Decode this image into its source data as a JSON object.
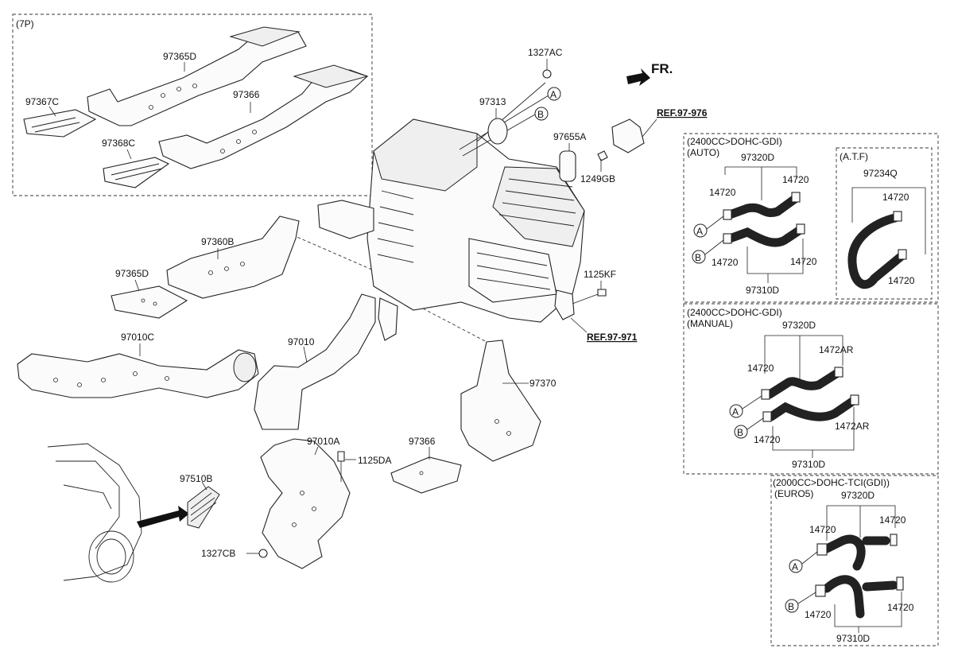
{
  "direction": {
    "text": "FR.",
    "arrow": "forward-arrow"
  },
  "refs": [
    "REF.97-976",
    "REF.97-971"
  ],
  "box_7p": {
    "title": "(7P)",
    "labels": [
      "97365D",
      "97366",
      "97367C",
      "97368C"
    ]
  },
  "parts": {
    "p1327ac": "1327AC",
    "p97313": "97313",
    "p97655a": "97655A",
    "p1249gb": "1249GB",
    "p1125kf": "1125KF",
    "p97360b": "97360B",
    "p97365d": "97365D",
    "p97010c": "97010C",
    "p97010": "97010",
    "p97370": "97370",
    "p97010a": "97010A",
    "p1125da": "1125DA",
    "p97366": "97366",
    "p97510b": "97510B",
    "p1327cb": "1327CB"
  },
  "connectors": {
    "a": "A",
    "b": "B"
  },
  "panel_auto": {
    "title": "(2400CC>DOHC-GDI)",
    "subtitle": "(AUTO)",
    "top": "97320D",
    "bottom": "97310D",
    "clamp": "14720"
  },
  "panel_atf": {
    "title": "(A.T.F)",
    "part": "97234Q",
    "clamp": "14720"
  },
  "panel_manual": {
    "title": "(2400CC>DOHC-GDI)",
    "subtitle": "(MANUAL)",
    "top": "97320D",
    "bottom": "97310D",
    "clamp": "14720",
    "clamp_r": "1472AR"
  },
  "panel_euro5": {
    "title": "(2000CC>DOHC-TCI(GDI))",
    "subtitle": "(EURO5)",
    "top": "97320D",
    "bottom": "97310D",
    "clamp": "14720"
  }
}
